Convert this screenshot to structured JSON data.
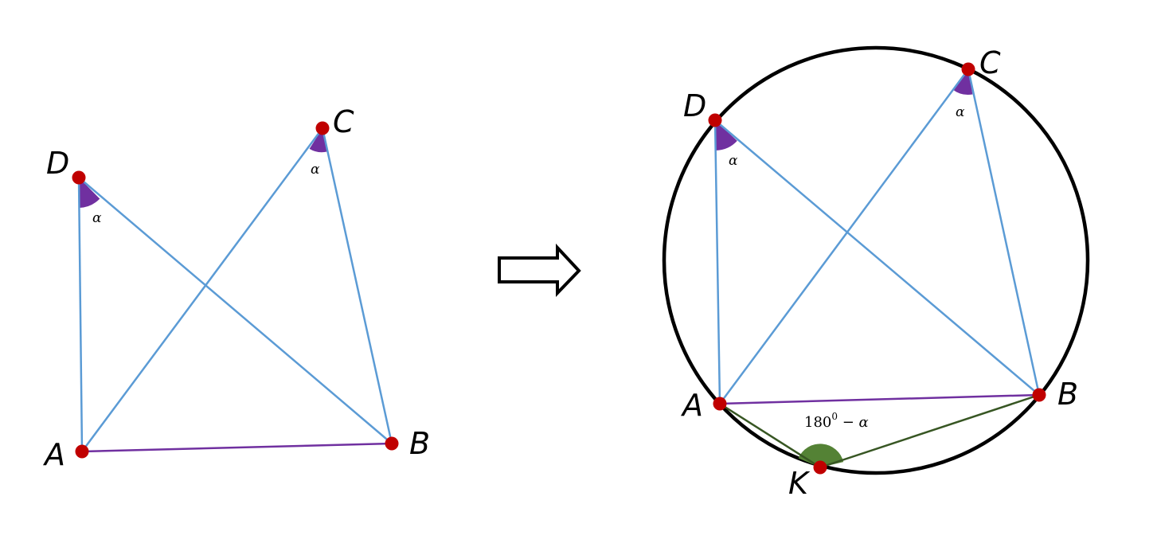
{
  "left_figure": {
    "labels": {
      "A": "A",
      "B": "B",
      "C": "C",
      "D": "D"
    },
    "angle_at_C": "α",
    "angle_at_D": "α"
  },
  "right_figure": {
    "labels": {
      "A": "A",
      "B": "B",
      "C": "C",
      "D": "D",
      "K": "K"
    },
    "angle_at_C": "α",
    "angle_at_D": "α",
    "angle_at_K": {
      "base": "180",
      "sup": "0",
      "rest": " − α"
    }
  },
  "colors": {
    "segment": "#5b9bd5",
    "base_segment": "#7030a0",
    "angle_arc": "#7030a0",
    "k_segment": "#375623",
    "k_angle": "#548235",
    "point": "#c00000",
    "circle": "#000000",
    "arrow": "#000000"
  }
}
